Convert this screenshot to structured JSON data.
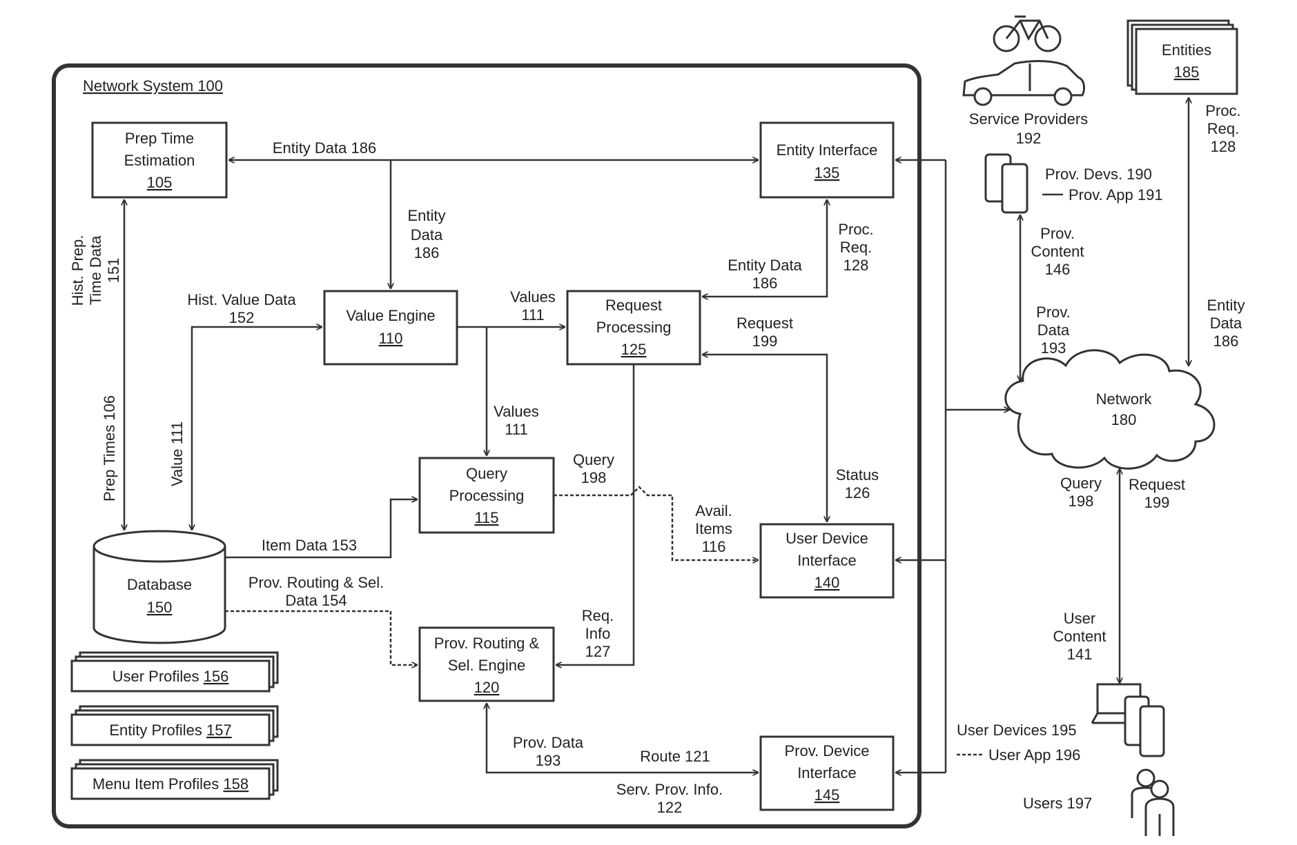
{
  "system": {
    "title": "Network System 100"
  },
  "components": {
    "prep_time": {
      "lines": [
        "Prep Time",
        "Estimation"
      ],
      "ref": "105"
    },
    "value_engine": {
      "lines": [
        "Value Engine"
      ],
      "ref": "110"
    },
    "request_processing": {
      "lines": [
        "Request",
        "Processing"
      ],
      "ref": "125"
    },
    "entity_interface": {
      "lines": [
        "Entity Interface"
      ],
      "ref": "135"
    },
    "query_processing": {
      "lines": [
        "Query",
        "Processing"
      ],
      "ref": "115"
    },
    "user_device_interface": {
      "lines": [
        "User Device",
        "Interface"
      ],
      "ref": "140"
    },
    "routing_engine": {
      "lines": [
        "Prov. Routing &",
        "Sel. Engine"
      ],
      "ref": "120"
    },
    "prov_device_interface": {
      "lines": [
        "Prov. Device",
        "Interface"
      ],
      "ref": "145"
    },
    "database": {
      "lines": [
        "Database"
      ],
      "ref": "150"
    },
    "network": {
      "lines": [
        "Network"
      ],
      "ref": "180"
    },
    "entities": {
      "lines": [
        "Entities"
      ],
      "ref": "185"
    }
  },
  "profiles": [
    {
      "label": "User Profiles",
      "ref": "156"
    },
    {
      "label": "Entity Profiles",
      "ref": "157"
    },
    {
      "label": "Menu Item Profiles",
      "ref": "158"
    }
  ],
  "flows": {
    "entity_data_top": "Entity Data 186",
    "entity_data_down": [
      "Entity",
      "Data",
      "186"
    ],
    "hist_prep_time": [
      "Hist. Prep.",
      "Time Data",
      "151"
    ],
    "prep_times": "Prep Times 106",
    "hist_value": [
      "Hist. Value Data",
      "152"
    ],
    "value_111": "Value 111",
    "values_right": [
      "Values",
      "111"
    ],
    "values_down": [
      "Values",
      "111"
    ],
    "proc_req_inner": [
      "Proc.",
      "Req.",
      "128"
    ],
    "entity_data_inner": [
      "Entity Data",
      "186"
    ],
    "request_199": [
      "Request",
      "199"
    ],
    "status_126": [
      "Status",
      "126"
    ],
    "query_198": [
      "Query",
      "198"
    ],
    "avail_items": [
      "Avail.",
      "Items",
      "116"
    ],
    "item_data": "Item Data 153",
    "routing_data": [
      "Prov. Routing & Sel.",
      "Data 154"
    ],
    "req_info": [
      "Req.",
      "Info",
      "127"
    ],
    "prov_data_bottom": [
      "Prov. Data",
      "193"
    ],
    "route": "Route 121",
    "serv_prov_info": [
      "Serv. Prov. Info.",
      "122"
    ]
  },
  "external": {
    "service_providers": [
      "Service Providers",
      "192"
    ],
    "prov_devs": "Prov. Devs. 190",
    "prov_app": "Prov. App 191",
    "prov_content": [
      "Prov.",
      "Content",
      "146"
    ],
    "prov_data": [
      "Prov.",
      "Data",
      "193"
    ],
    "proc_req_outer": [
      "Proc.",
      "Req.",
      "128"
    ],
    "entity_data_outer": [
      "Entity",
      "Data",
      "186"
    ],
    "query_outer": [
      "Query",
      "198"
    ],
    "request_outer": [
      "Request",
      "199"
    ],
    "user_content": [
      "User",
      "Content",
      "141"
    ],
    "user_devices": "User Devices 195",
    "user_app": "User App 196",
    "users": "Users 197"
  }
}
